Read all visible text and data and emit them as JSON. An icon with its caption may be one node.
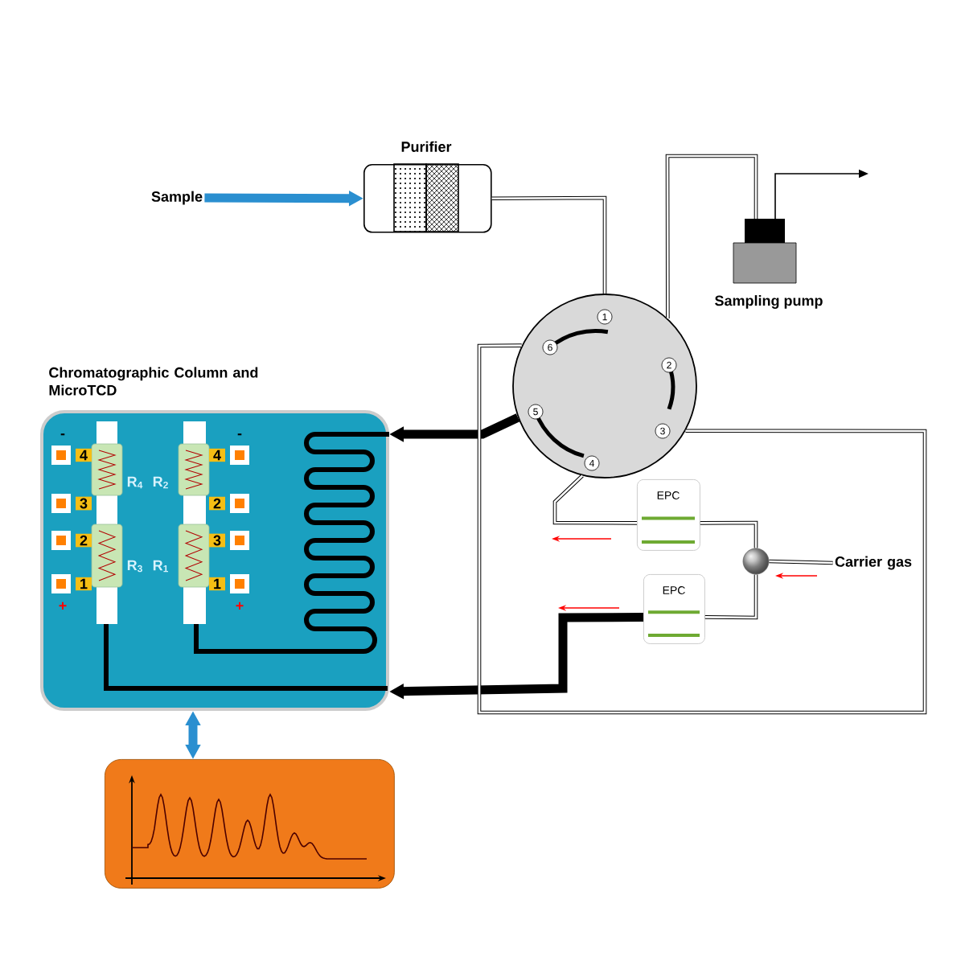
{
  "diagram": {
    "nodes": [
      {
        "text": [
          "Sample"
        ]
      },
      {
        "text": [
          "Purifier"
        ]
      },
      {
        "text": [],
        "shape": "circle"
      },
      {
        "text": [
          "Sampling pump"
        ]
      },
      {
        "text": [
          "Chromatographic Column and MicroTCD"
        ]
      },
      {
        "text": [],
        "shape": "box"
      },
      {
        "text": [
          "EPC"
        ]
      },
      {
        "text": [
          "EPC"
        ]
      },
      {
        "text": [],
        "shape": "circle"
      },
      {
        "text": [
          "Carrier gas"
        ]
      }
    ],
    "edges": [
      {
        "from": 0,
        "to": 1,
        "arrow": "to",
        "style": "thick",
        "color": "#2a8fd0"
      },
      {
        "from": 1,
        "to": 2,
        "arrow": "none"
      },
      {
        "from": 2,
        "to": 3,
        "arrow": "none"
      },
      {
        "from": 3,
        "to": null,
        "arrow": "to"
      },
      {
        "from": 2,
        "to": 4,
        "arrow": "to",
        "style": "thick"
      },
      {
        "from": 6,
        "to": 2,
        "arrow": "none"
      },
      {
        "from": 7,
        "to": 4,
        "arrow": "to",
        "style": "thick"
      },
      {
        "from": 2,
        "to": 2,
        "arrow": "none"
      },
      {
        "from": 8,
        "to": 6,
        "arrow": "none"
      },
      {
        "from": 8,
        "to": 7,
        "arrow": "none"
      },
      {
        "from": 9,
        "to": 8,
        "arrow": "none"
      },
      {
        "from": 4,
        "to": 5,
        "arrow": "both",
        "style": "thick",
        "color": "#2a8fd0"
      }
    ],
    "labels": [
      "1",
      "6",
      "2",
      "5",
      "3",
      "4",
      "-",
      "-",
      "4",
      "4",
      "R$_{4}$",
      "R$_{2}$",
      "3",
      "2",
      "2",
      "3",
      "R$_{3}$",
      "R$_{1}$",
      "1",
      "1",
      "+",
      "+"
    ]
  }
}
